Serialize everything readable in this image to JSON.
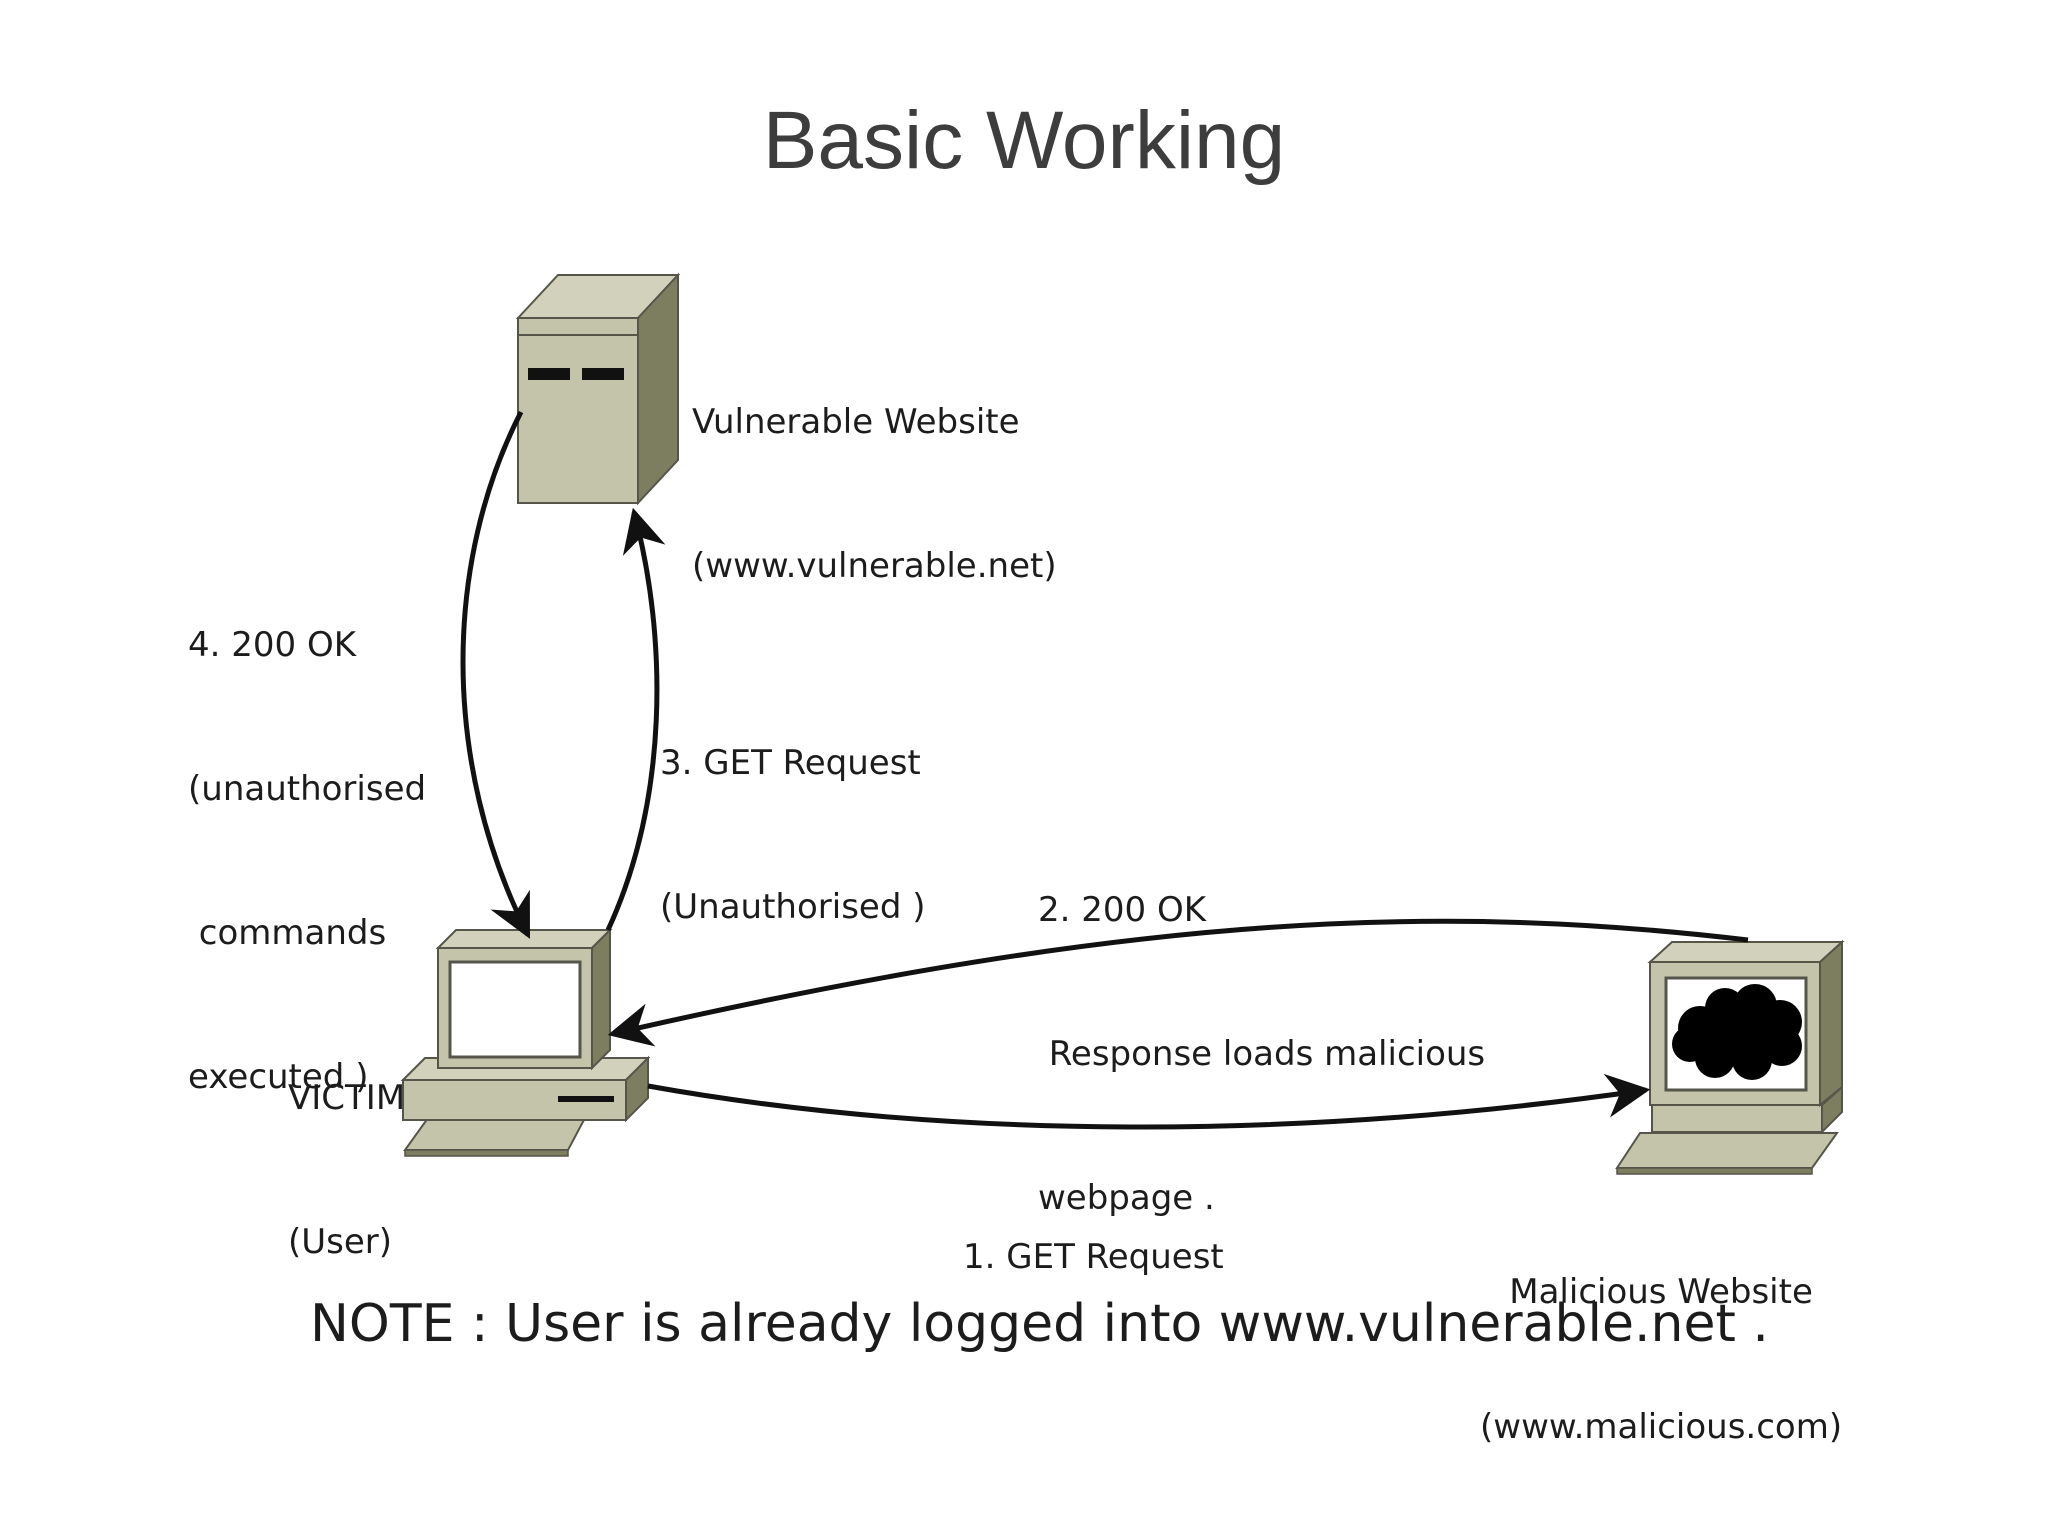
{
  "title": "Basic Working",
  "nodes": {
    "server": {
      "label_line1": "Vulnerable Website",
      "label_line2": "(www.vulnerable.net)"
    },
    "victim": {
      "label_line1": "VICTIM",
      "label_line2": "(User)"
    },
    "malicious": {
      "label_line1": "Malicious Website",
      "label_line2": "(www.malicious.com)"
    }
  },
  "edges": {
    "step1": {
      "line1": "1. GET Request"
    },
    "step2": {
      "line1": "2. 200 OK",
      "line2": " Response loads malicious",
      "line3": "webpage ."
    },
    "step3": {
      "line1": "3. GET Request",
      "line2": "(Unauthorised )"
    },
    "step4": {
      "line1": "4. 200 OK",
      "line2": "(unauthorised",
      "line3": " commands",
      "line4": "executed )"
    }
  },
  "note": "NOTE : User is already logged into www.vulnerable.net .",
  "colors": {
    "device_face": "#c8c8b0",
    "device_side": "#7f7f62",
    "device_top": "#d5d5c0",
    "outline": "#55554a",
    "arrow": "#111111"
  }
}
